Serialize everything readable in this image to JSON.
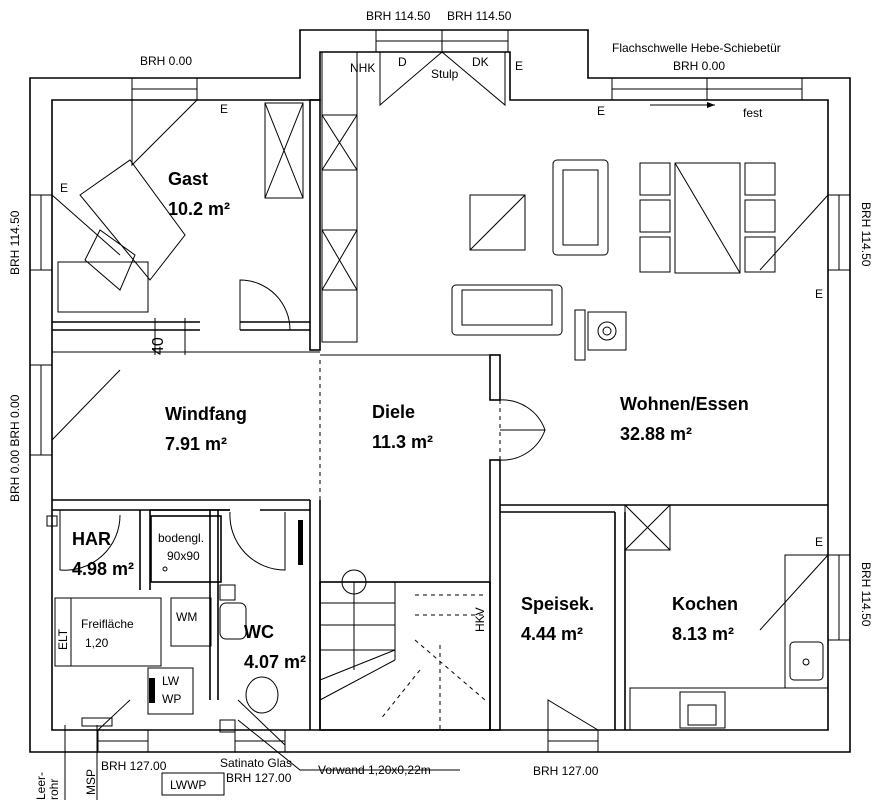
{
  "rooms": [
    {
      "name": "Gast",
      "area": "10.2 m²"
    },
    {
      "name": "Windfang",
      "area": "7.91 m²"
    },
    {
      "name": "Diele",
      "area": "11.3 m²"
    },
    {
      "name": "Wohnen/Essen",
      "area": "32.88 m²"
    },
    {
      "name": "HAR",
      "area": "4.98 m²"
    },
    {
      "name": "WC",
      "area": "4.07 m²"
    },
    {
      "name": "Speisek.",
      "area": "4.44 m²"
    },
    {
      "name": "Kochen",
      "area": "8.13 m²"
    }
  ],
  "labels": {
    "brh_top_left": "BRH 0.00",
    "brh_top_1": "BRH 114.50",
    "brh_top_2": "BRH 114.50",
    "door_note": "Flachschwelle Hebe-Schiebetür",
    "brh_top_right": "BRH 0.00",
    "fest": "fest",
    "nhk": "NHK",
    "d": "D",
    "stulp": "Stulp",
    "dk": "DK",
    "e": "E",
    "brh_left_1": "BRH 114.50",
    "brh_left_2": "BRH 0.00 BRH 0.00",
    "brh_right_1": "BRH 114.50",
    "brh_right_2": "BRH 114.50",
    "dim_40": "40",
    "bodengl": "bodengl.",
    "size_90": "90x90",
    "freiflaeche": "Freifläche",
    "freiflaeche_val": "1,20",
    "elt": "ELT",
    "wm": "WM",
    "lw": "LW",
    "wp": "WP",
    "hkv": "HKV",
    "brh_bottom_1": "BRH 127.00",
    "satinato": "Satinato Glas",
    "brh_bottom_2": "BRH 127.00",
    "vorwand": "Vorwand 1,20x0,22m",
    "lwwp": "LWWP",
    "leerrohr_1": "Leer-",
    "leerrohr_2": "rohr",
    "msp": "MSP",
    "brh_bottom_3": "BRH 127.00"
  }
}
